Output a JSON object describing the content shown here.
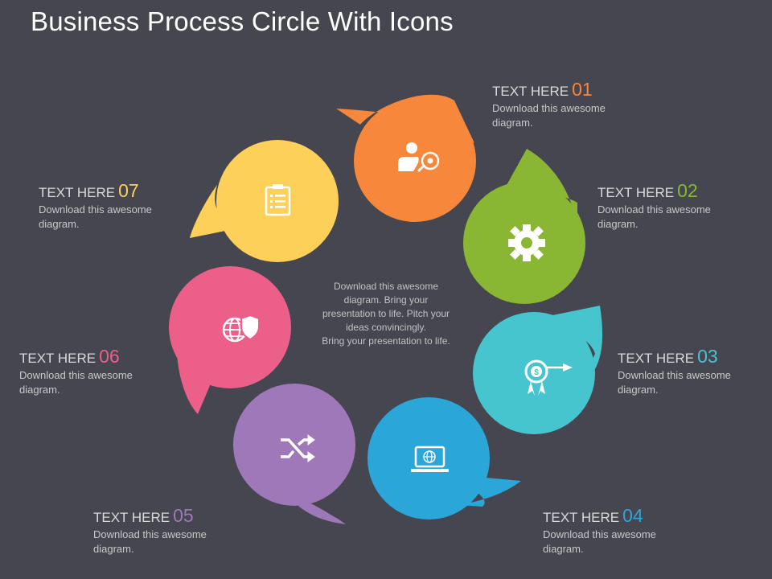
{
  "title": "Business Process Circle With Icons",
  "center_text": {
    "line1": "Download this awesome",
    "line2": "diagram. Bring your",
    "line3": "presentation to life. Pitch your",
    "line4": "ideas convincingly.",
    "line5": "Bring your presentation to life."
  },
  "steps": [
    {
      "head": "TEXT HERE",
      "num": "01",
      "desc1": "Download this awesome",
      "desc2": "diagram.",
      "color": "#f7873a",
      "icon": "user-location-icon"
    },
    {
      "head": "TEXT HERE",
      "num": "02",
      "desc1": "Download this awesome",
      "desc2": "diagram.",
      "color": "#8ab733",
      "icon": "gear-icon"
    },
    {
      "head": "TEXT HERE",
      "num": "03",
      "desc1": "Download this awesome",
      "desc2": "diagram.",
      "color": "#46c5cf",
      "icon": "dollar-target-icon"
    },
    {
      "head": "TEXT HERE",
      "num": "04",
      "desc1": "Download this awesome",
      "desc2": "diagram.",
      "color": "#2aa6d9",
      "icon": "laptop-globe-icon"
    },
    {
      "head": "TEXT HERE",
      "num": "05",
      "desc1": "Download this awesome",
      "desc2": "diagram.",
      "color": "#9e78b8",
      "icon": "shuffle-icon"
    },
    {
      "head": "TEXT HERE",
      "num": "06",
      "desc1": "Download this awesome",
      "desc2": "diagram.",
      "color": "#ec5f88",
      "icon": "globe-shield-icon"
    },
    {
      "head": "TEXT HERE",
      "num": "07",
      "desc1": "Download this awesome",
      "desc2": "diagram.",
      "color": "#fdd05a",
      "icon": "clipboard-icon"
    }
  ]
}
